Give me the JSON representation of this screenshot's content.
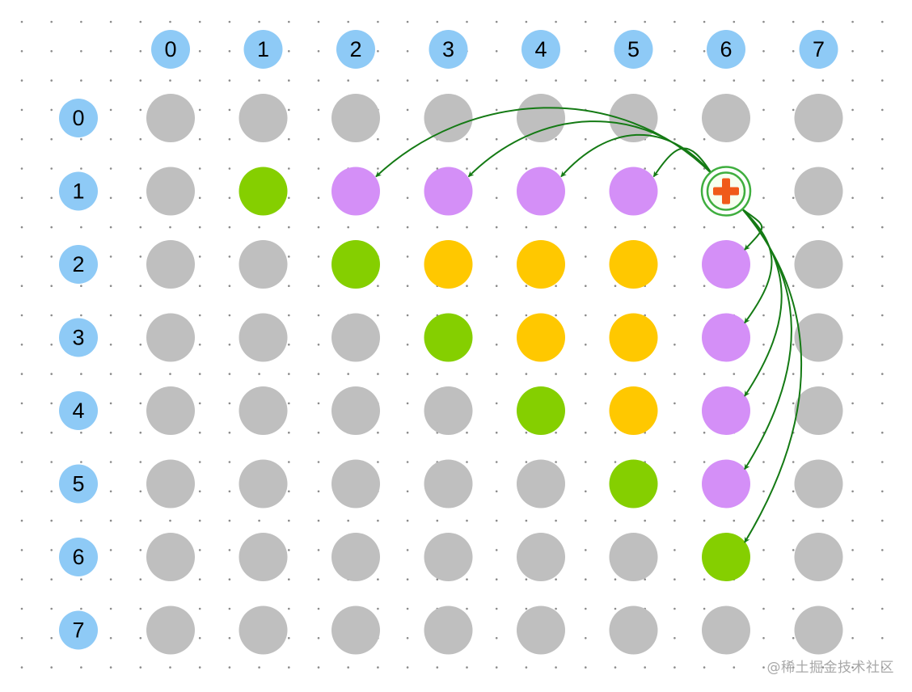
{
  "column_labels": [
    "0",
    "1",
    "2",
    "3",
    "4",
    "5",
    "6",
    "7"
  ],
  "row_labels": [
    "0",
    "1",
    "2",
    "3",
    "4",
    "5",
    "6",
    "7"
  ],
  "colors": {
    "background": "#ffffff",
    "grid_dot": "#8a8a8a",
    "label_circle": "#8ecaf6",
    "label_text": "#000000",
    "empty": "#bfbfbf",
    "green": "#85cf00",
    "purple": "#d48ff7",
    "yellow": "#ffc800",
    "arrow": "#147a14",
    "marker_ring": "#3fae3f",
    "marker_plus": "#f05a1a"
  },
  "cell_legend": {
    "e": "empty",
    "g": "green",
    "p": "purple",
    "y": "yellow",
    "m": "marker"
  },
  "grid": [
    [
      "e",
      "e",
      "e",
      "e",
      "e",
      "e",
      "e",
      "e"
    ],
    [
      "e",
      "g",
      "p",
      "p",
      "p",
      "p",
      "m",
      "e"
    ],
    [
      "e",
      "e",
      "g",
      "y",
      "y",
      "y",
      "p",
      "e"
    ],
    [
      "e",
      "e",
      "e",
      "g",
      "y",
      "y",
      "p",
      "e"
    ],
    [
      "e",
      "e",
      "e",
      "e",
      "g",
      "y",
      "p",
      "e"
    ],
    [
      "e",
      "e",
      "e",
      "e",
      "e",
      "g",
      "p",
      "e"
    ],
    [
      "e",
      "e",
      "e",
      "e",
      "e",
      "e",
      "g",
      "e"
    ],
    [
      "e",
      "e",
      "e",
      "e",
      "e",
      "e",
      "e",
      "e"
    ]
  ],
  "marker": {
    "icon": "plus-icon",
    "row": 1,
    "col": 6
  },
  "arrows": [
    {
      "from": [
        1,
        6
      ],
      "to": [
        1,
        5
      ]
    },
    {
      "from": [
        1,
        6
      ],
      "to": [
        1,
        4
      ]
    },
    {
      "from": [
        1,
        6
      ],
      "to": [
        1,
        3
      ]
    },
    {
      "from": [
        1,
        6
      ],
      "to": [
        1,
        2
      ]
    },
    {
      "from": [
        1,
        6
      ],
      "to": [
        2,
        6
      ]
    },
    {
      "from": [
        1,
        6
      ],
      "to": [
        3,
        6
      ]
    },
    {
      "from": [
        1,
        6
      ],
      "to": [
        4,
        6
      ]
    },
    {
      "from": [
        1,
        6
      ],
      "to": [
        5,
        6
      ]
    },
    {
      "from": [
        1,
        6
      ],
      "to": [
        6,
        6
      ]
    }
  ],
  "watermark": "@稀土掘金技术社区"
}
